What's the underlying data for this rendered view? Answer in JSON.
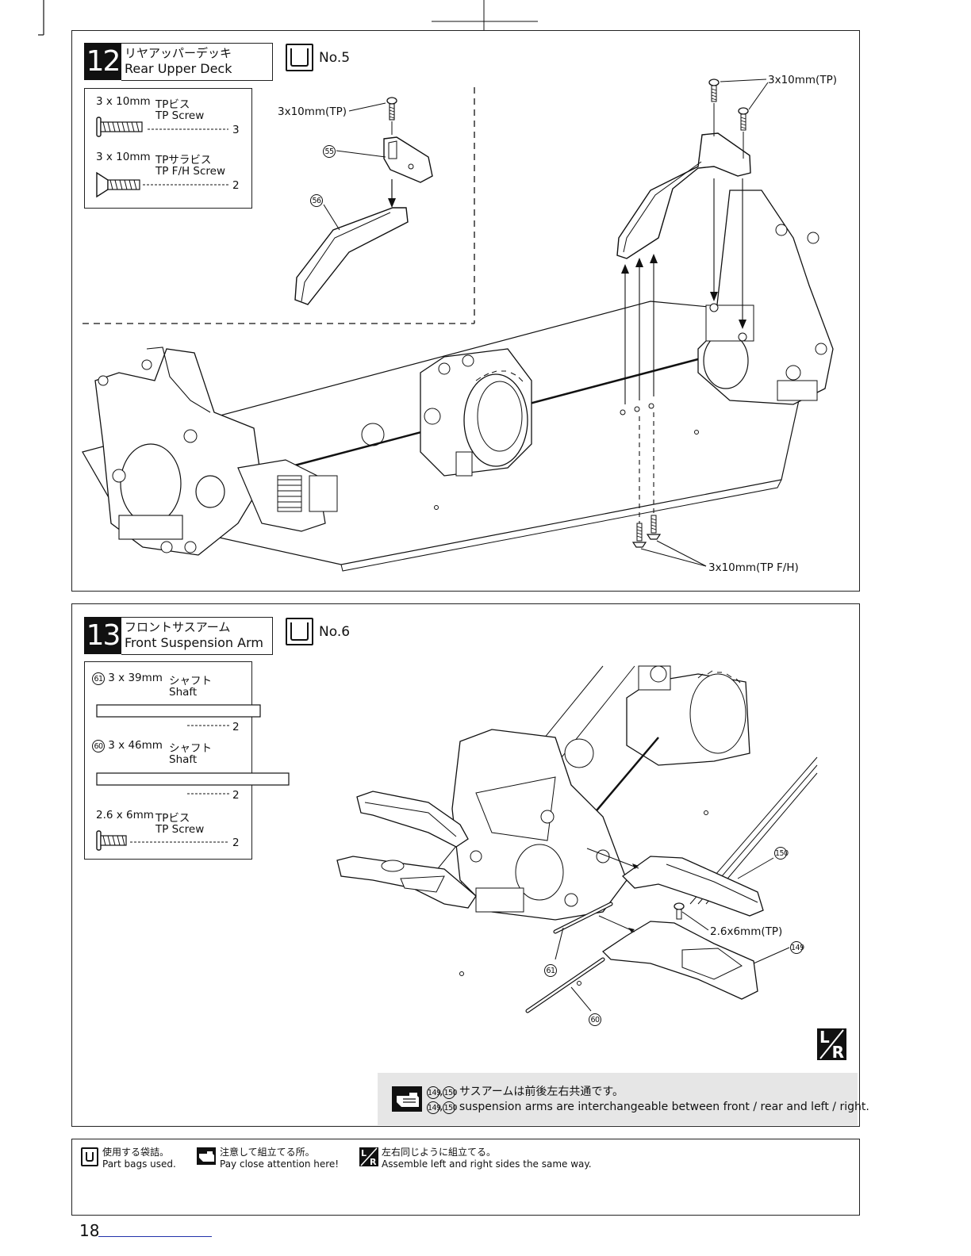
{
  "step12": {
    "number": "12",
    "title_jp": "リヤアッパーデッキ",
    "title_en": "Rear Upper Deck",
    "bag": "No.5",
    "parts": [
      {
        "size": "3 x 10mm",
        "name_jp": "TPビス",
        "name_en": "TP Screw",
        "qty": "3"
      },
      {
        "size": "3 x 10mm",
        "name_jp": "TPサラビス",
        "name_en": "TP F/H Screw",
        "qty": "2"
      }
    ],
    "callouts": {
      "screw_inset": "3x10mm(TP)",
      "screw_top": "3x10mm(TP)",
      "screw_bottom": "3x10mm(TP F/H)",
      "part55": "55",
      "part56": "56"
    }
  },
  "step13": {
    "number": "13",
    "title_jp": "フロントサスアーム",
    "title_en": "Front Suspension Arm",
    "bag": "No.6",
    "parts": [
      {
        "ref": "61",
        "size": "3 x 39mm",
        "name_jp": "シャフト",
        "name_en": "Shaft",
        "qty": "2"
      },
      {
        "ref": "60",
        "size": "3 x 46mm",
        "name_jp": "シャフト",
        "name_en": "Shaft",
        "qty": "2"
      },
      {
        "size": "2.6 x 6mm",
        "name_jp": "TPビス",
        "name_en": "TP Screw",
        "qty": "2"
      }
    ],
    "callouts": {
      "part150": "150",
      "part149": "149",
      "part61": "61",
      "part60": "60",
      "screw": "2.6x6mm(TP)"
    },
    "lr_symbol": {
      "L": "L",
      "R": "R"
    },
    "note": {
      "refs": [
        "149",
        "150"
      ],
      "text_jp": "サスアームは前後左右共通です。",
      "text_en": "suspension arms are interchangeable between front / rear and left / right."
    }
  },
  "legend": [
    {
      "icon": "bag-icon",
      "jp": "使用する袋詰。",
      "en": "Part bags used."
    },
    {
      "icon": "pointing-hand-icon",
      "jp": "注意して組立てる所。",
      "en": "Pay close attention here!"
    },
    {
      "icon": "lr-symbol-icon",
      "jp": "左右同じように組立てる。",
      "en": "Assemble left and right sides the same way."
    }
  ],
  "page_number": "18"
}
